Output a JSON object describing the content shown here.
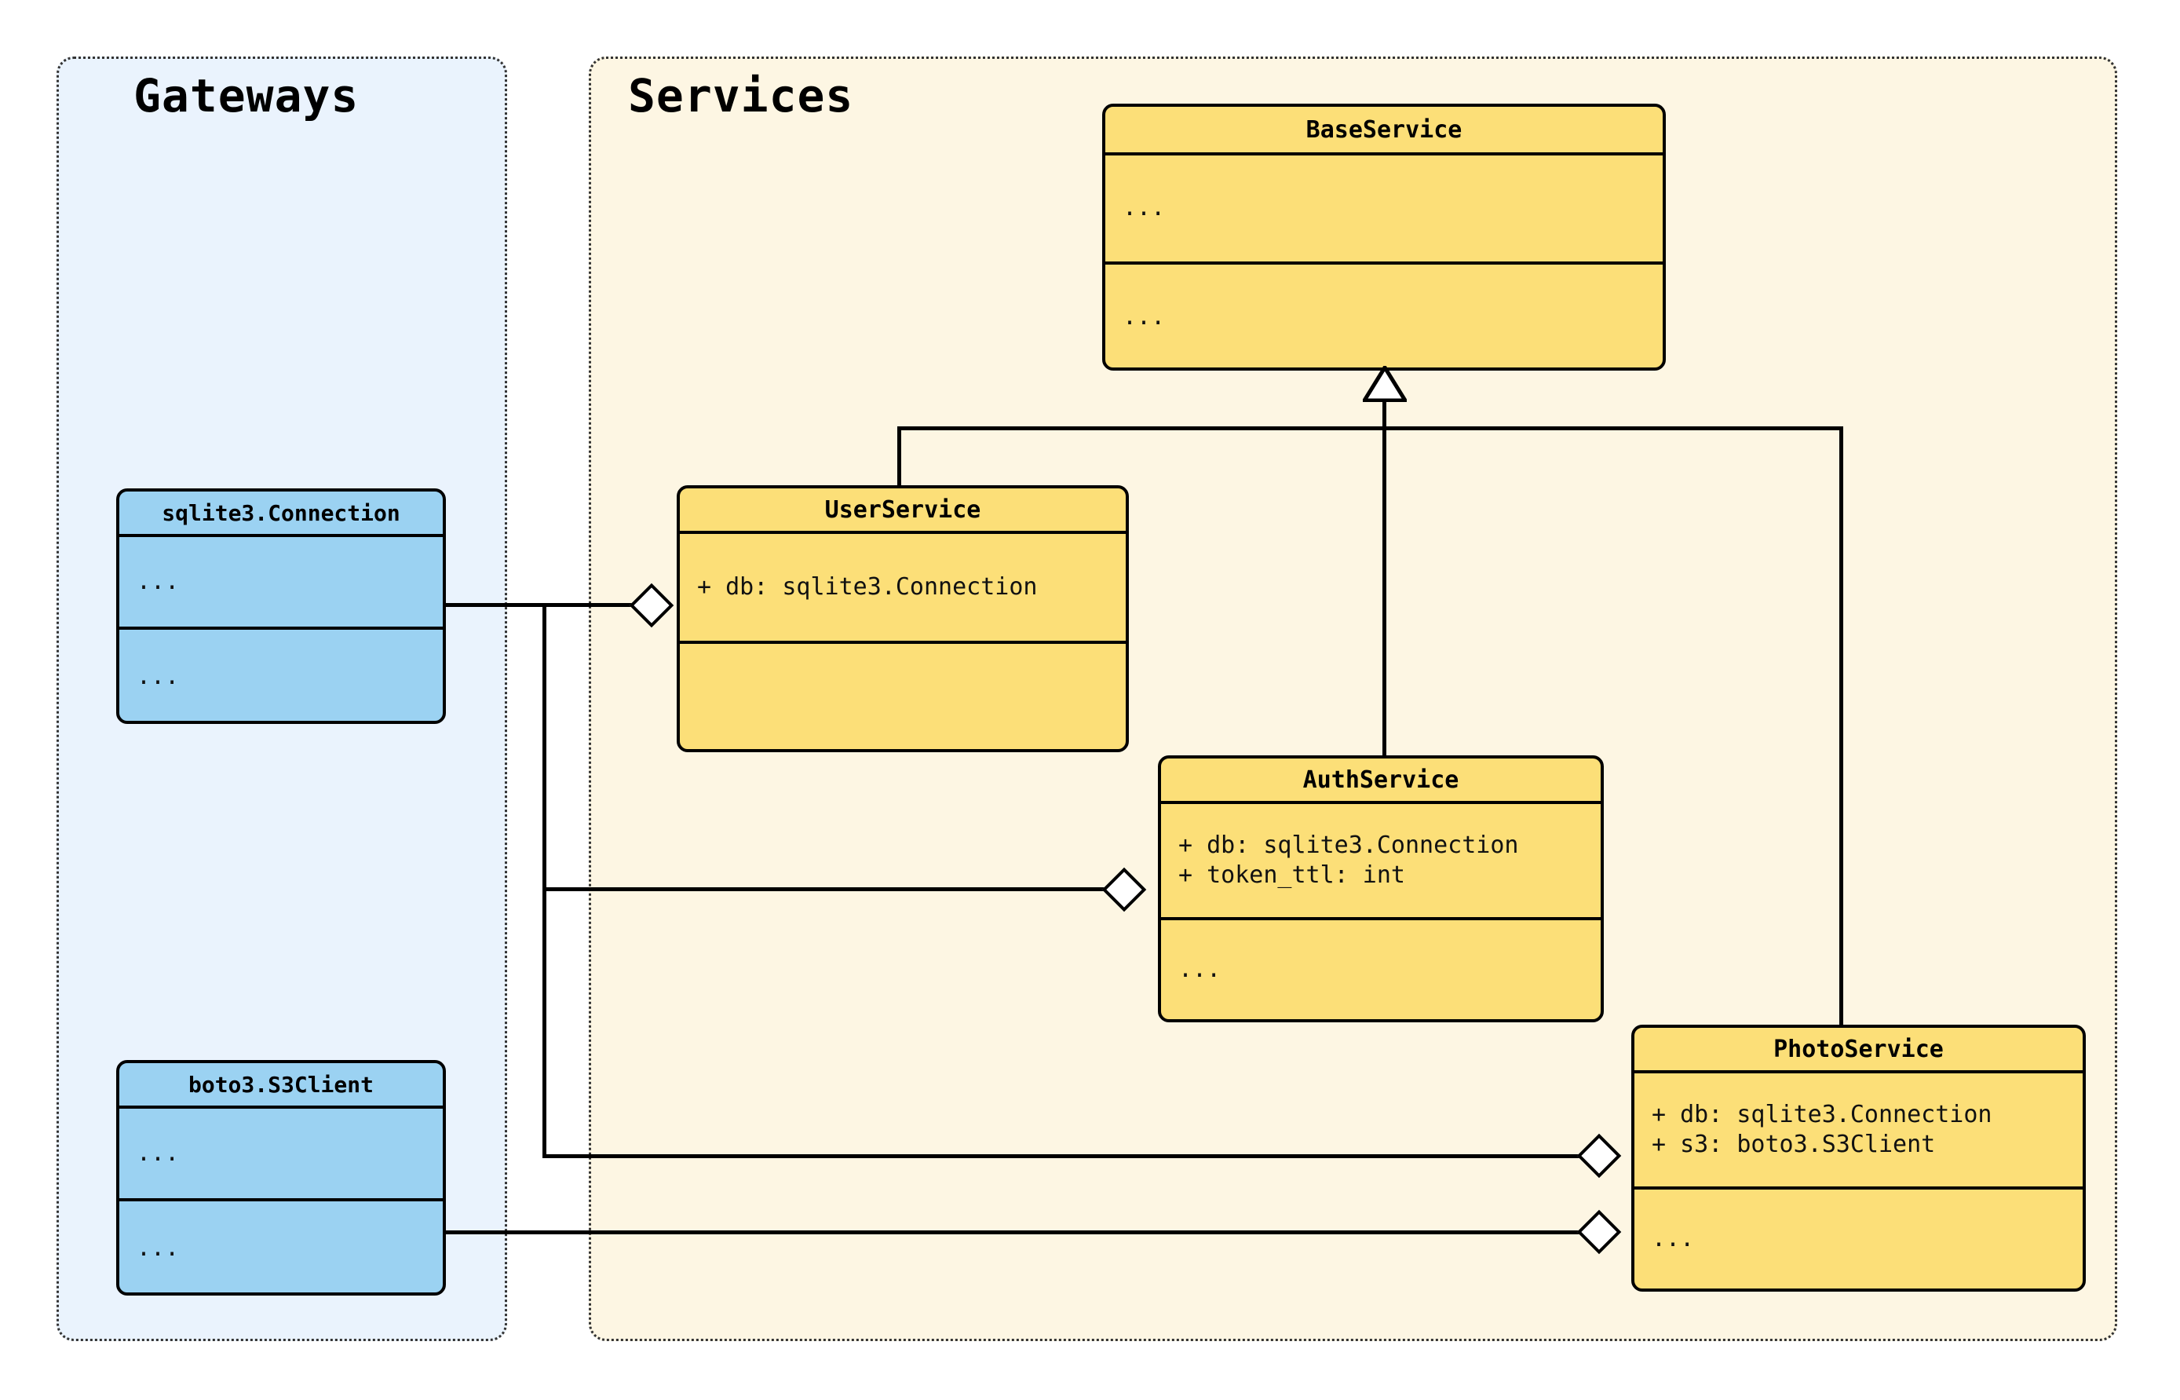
{
  "diagram": {
    "type": "uml-class-diagram",
    "groups": [
      {
        "id": "gateways",
        "title": "Gateways",
        "fill": "#eaf3fd",
        "border": "#333333"
      },
      {
        "id": "services",
        "title": "Services",
        "fill": "#fdf6e3",
        "border": "#333333"
      }
    ],
    "colors": {
      "gateway_class_fill": "#9bd2f2",
      "service_class_fill": "#fcdf78",
      "line": "#000000",
      "gateway_panel_fill": "#eaf3fd",
      "service_panel_fill": "#fdf6e3",
      "page_background": "#ffffff"
    },
    "classes": [
      {
        "id": "sqlite3-connection",
        "name": "sqlite3.Connection",
        "group": "gateways",
        "attributes": [
          "..."
        ],
        "methods": [
          "..."
        ]
      },
      {
        "id": "boto3-s3client",
        "name": "boto3.S3Client",
        "group": "gateways",
        "attributes": [
          "..."
        ],
        "methods": [
          "..."
        ]
      },
      {
        "id": "baseservice",
        "name": "BaseService",
        "group": "services",
        "attributes": [
          "..."
        ],
        "methods": [
          "..."
        ]
      },
      {
        "id": "userservice",
        "name": "UserService",
        "group": "services",
        "attributes": [
          "+ db: sqlite3.Connection"
        ],
        "methods": [
          ""
        ]
      },
      {
        "id": "authservice",
        "name": "AuthService",
        "group": "services",
        "attributes": [
          "+ db: sqlite3.Connection",
          "+ token_ttl: int"
        ],
        "methods": [
          "..."
        ]
      },
      {
        "id": "photoservice",
        "name": "PhotoService",
        "group": "services",
        "attributes": [
          "+ db: sqlite3.Connection",
          "+ s3: boto3.S3Client"
        ],
        "methods": [
          "..."
        ]
      }
    ],
    "relationships": [
      {
        "kind": "inheritance",
        "from": "UserService",
        "to": "BaseService"
      },
      {
        "kind": "inheritance",
        "from": "AuthService",
        "to": "BaseService"
      },
      {
        "kind": "inheritance",
        "from": "PhotoService",
        "to": "BaseService"
      },
      {
        "kind": "aggregation",
        "from": "UserService",
        "to": "sqlite3.Connection"
      },
      {
        "kind": "aggregation",
        "from": "AuthService",
        "to": "sqlite3.Connection"
      },
      {
        "kind": "aggregation",
        "from": "PhotoService",
        "to": "sqlite3.Connection"
      },
      {
        "kind": "aggregation",
        "from": "PhotoService",
        "to": "boto3.S3Client"
      }
    ]
  }
}
